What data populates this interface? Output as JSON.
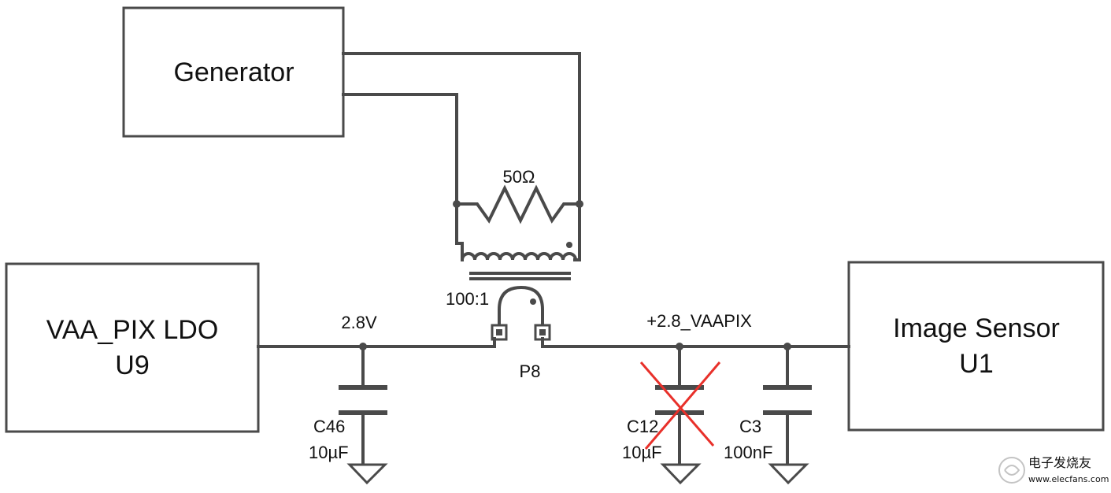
{
  "blocks": {
    "generator": "Generator",
    "ldo_line1": "VAA_PIX LDO",
    "ldo_line2": "U9",
    "sensor_line1": "Image Sensor",
    "sensor_line2": "U1"
  },
  "labels": {
    "resistor": "50Ω",
    "ratio": "100:1",
    "ldo_voltage": "2.8V",
    "rail": "+2.8_VAAPIX",
    "jumper": "P8"
  },
  "capacitors": {
    "c46_name": "C46",
    "c46_value": "10µF",
    "c12_name": "C12",
    "c12_value": "10µF",
    "c3_name": "C3",
    "c3_value": "100nF"
  },
  "watermark": {
    "text": "电子发烧友",
    "site": "www.elecfans.com"
  },
  "colors": {
    "wire": "#4a4a4a",
    "cross": "#e8302a",
    "text": "#111111",
    "watermark": "#b5b5b5"
  }
}
